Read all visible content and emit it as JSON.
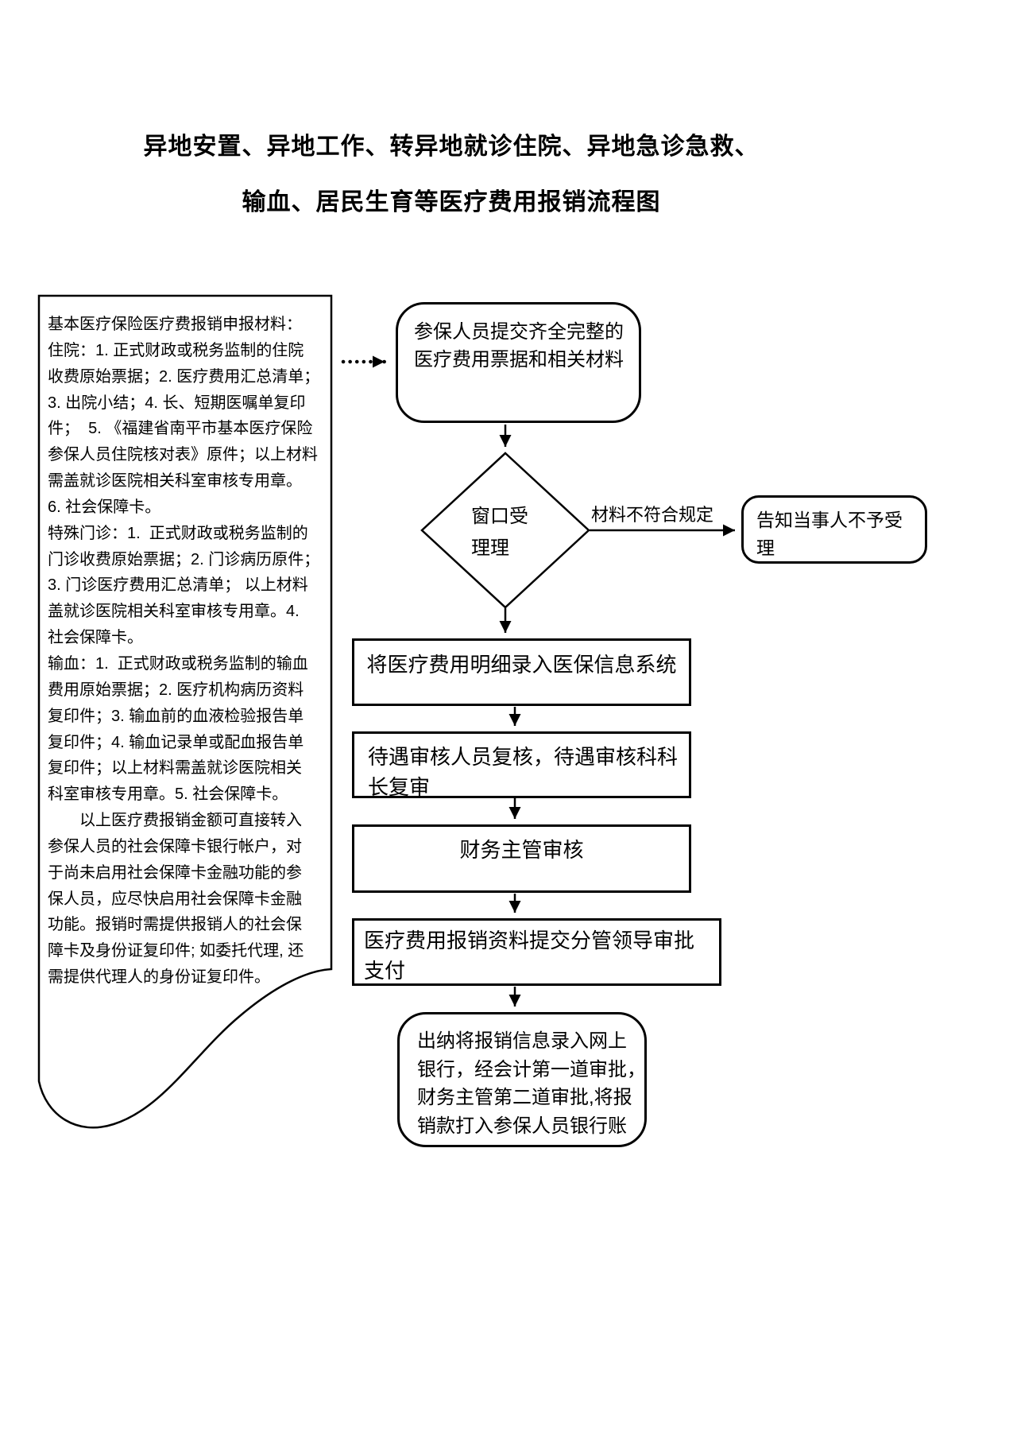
{
  "title": {
    "line1": "异地安置、异地工作、转异地就诊住院、异地急诊急救、",
    "line2": "输血、居民生育等医疗费用报销流程图"
  },
  "materials_note": {
    "lines": [
      "基本医疗保险医疗费报销申报材料：",
      "住院：1. 正式财政或税务监制的住院",
      "收费原始票据；2. 医疗费用汇总清单；",
      "3. 出院小结；4. 长、短期医嘱单复印",
      "件；  5. 《福建省南平市基本医疗保险",
      "参保人员住院核对表》原件；以上材料",
      "需盖就诊医院相关科室审核专用章。",
      "6. 社会保障卡。",
      "特殊门诊：1.  正式财政或税务监制的",
      "门诊收费原始票据；2. 门诊病历原件；",
      "3. 门诊医疗费用汇总清单； 以上材料",
      "盖就诊医院相关科室审核专用章。4.",
      "社会保障卡。",
      "输血：1.  正式财政或税务监制的输血",
      "费用原始票据；2. 医疗机构病历资料",
      "复印件；3. 输血前的血液检验报告单",
      "复印件；4. 输血记录单或配血报告单",
      "复印件；以上材料需盖就诊医院相关",
      "科室审核专用章。5. 社会保障卡。",
      "　　以上医疗费报销金额可直接转入",
      "参保人员的社会保障卡银行帐户，对",
      "于尚未启用社会保障卡金融功能的参",
      "保人员，应尽快启用社会保障卡金融",
      "功能。报销时需提供报销人的社会保",
      "障卡及身份证复印件; 如委托代理, 还",
      "需提供代理人的身份证复印件。"
    ]
  },
  "flowchart": {
    "start_box": "参保人员提交齐全完整的\n医疗费用票据和相关材料",
    "decision_label": "窗口受\n理理",
    "reject_edge_label": "材料不符合规定",
    "reject_box": "告知当事人不予受\n理",
    "step1_box": "将医疗费用明细录入医保信息系统",
    "step2_box": "待遇审核人员复核，待遇审核科科\n长复审",
    "step3_box": "财务主管审核",
    "step4_box": "医疗费用报销资料提交分管领导审批\n支付",
    "end_box": "出纳将报销信息录入网上\n银行，经会计第一道审批，\n财务主管第二道审批,将报\n销款打入参保人员银行账"
  },
  "colors": {
    "ink": "#000000",
    "background": "#ffffff"
  }
}
